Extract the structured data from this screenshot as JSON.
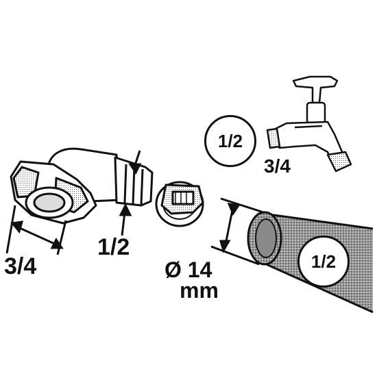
{
  "labels": {
    "faucet_thread": "3/4",
    "faucet_badge": "1/2",
    "connector_thread": "3/4",
    "connector_barb": "1/2",
    "hose_diameter": "Ø 14",
    "hose_diameter_unit": "mm",
    "hose_badge": "1/2"
  },
  "colors": {
    "ink": "#111111",
    "background": "#ffffff",
    "hose_shade": "#8a8a8a"
  }
}
